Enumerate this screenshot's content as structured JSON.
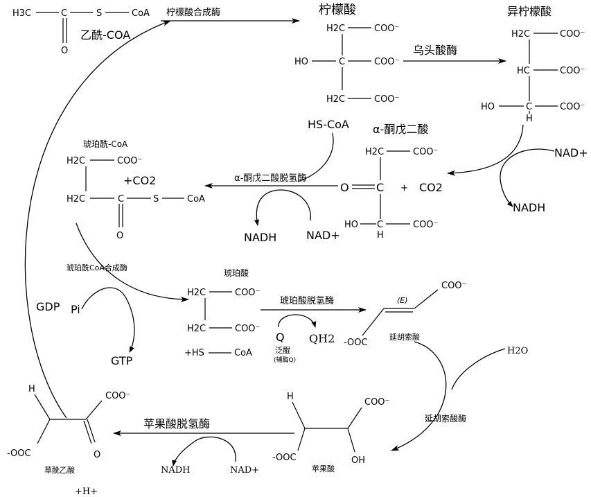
{
  "acetyl_coa": {
    "h3c": "H3C",
    "c": "C",
    "s": "S",
    "coa": "CoA",
    "o": "O",
    "name": "乙酰-COA"
  },
  "citrate_synthase": "柠檬酸合成酶",
  "citrate": {
    "name": "柠檬酸",
    "h2c_top": "H2C",
    "coo_top": "COO⁻",
    "ho": "HO",
    "c": "C",
    "coo_mid": "COO⁻",
    "h2c_bot": "H2C",
    "coo_bot": "COO⁻"
  },
  "aconitase": "乌头酸酶",
  "isocitrate": {
    "name": "异柠檬酸",
    "h2c": "H2C",
    "coo1": "COO⁻",
    "hc": "HC",
    "coo2": "COO⁻",
    "ho": "HO",
    "c": "C",
    "coo3": "COO⁻",
    "h": "H"
  },
  "nad_plus_1": "NAD+",
  "nadh_1": "NADH",
  "hs_coa": "HS-CoA",
  "akg": {
    "name": "α-酮戊二酸",
    "h2c": "H2C",
    "coo1": "COO⁻",
    "o": "O",
    "c_mid": "C",
    "plus": "+",
    "co2": "CO2",
    "ho": "HO",
    "c_bot": "C",
    "coo2": "COO⁻",
    "h": "H"
  },
  "akg_dehydrogenase": "α-酮戊二酸脱氢酶",
  "nadh_2": "NADH",
  "nad_plus_2": "NAD+",
  "succinyl_coa": {
    "name": "琥珀酰-CoA",
    "h2c_top": "H2C",
    "coo": "COO⁻",
    "co2": "+CO2",
    "h2c_bot": "H2C",
    "c": "C",
    "s": "S",
    "coa": "CoA",
    "o": "O"
  },
  "succinyl_coa_synthetase": "琥珀酰CoA合成酶",
  "gdp": "GDP",
  "pi": "Pi",
  "gtp": "GTP",
  "succinate": {
    "name": "琥珀酸",
    "h2c_top": "H2C",
    "coo_top": "COO⁻",
    "h2c_bot": "H2C",
    "coo_bot": "COO⁻",
    "hs": "+HS",
    "coa": "CoA"
  },
  "succinate_dehydrogenase": "琥珀酸脱氢酶",
  "q": "Q",
  "qh2": "QH2",
  "ubiquinone": "泛醌",
  "coenzyme_q": "(辅酶Q)",
  "fumarate": {
    "e": "(E)",
    "coo_top": "COO⁻",
    "ooc": "-OOC",
    "name": "延胡索酸"
  },
  "h2o": "H2O",
  "fumarase": "延胡索酸酶",
  "malate": {
    "h": "H",
    "coo": "COO⁻",
    "ooc": "-OOC",
    "oh": "OH",
    "name": "苹果酸"
  },
  "malate_dehydrogenase": "苹果酸脱氢酶",
  "nadh_3": "NADH",
  "nad_plus_3": "NAD+",
  "oxaloacetate": {
    "h": "H",
    "coo": "COO⁻",
    "ooc": "-OOC",
    "o": "O",
    "name": "草酰乙酸"
  },
  "h_plus": "+H+"
}
